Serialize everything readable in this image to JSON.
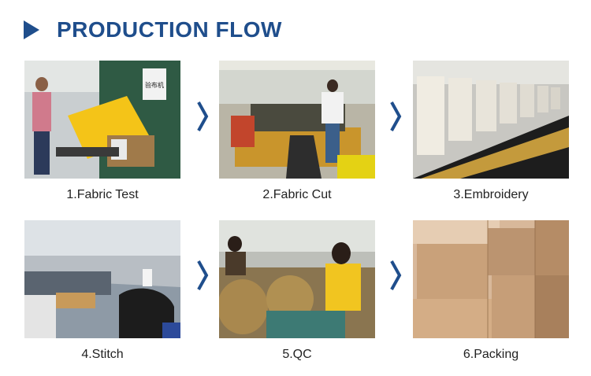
{
  "header": {
    "title": "PRODUCTION FLOW"
  },
  "steps": [
    {
      "label": "1.Fabric Test"
    },
    {
      "label": "2.Fabric Cut"
    },
    {
      "label": "3.Embroidery"
    },
    {
      "label": "4.Stitch"
    },
    {
      "label": "5.QC"
    },
    {
      "label": "6.Packing"
    }
  ],
  "signs": {
    "fabric_test_sign": "验布机"
  },
  "colors": {
    "accent": "#1f4e8c"
  }
}
